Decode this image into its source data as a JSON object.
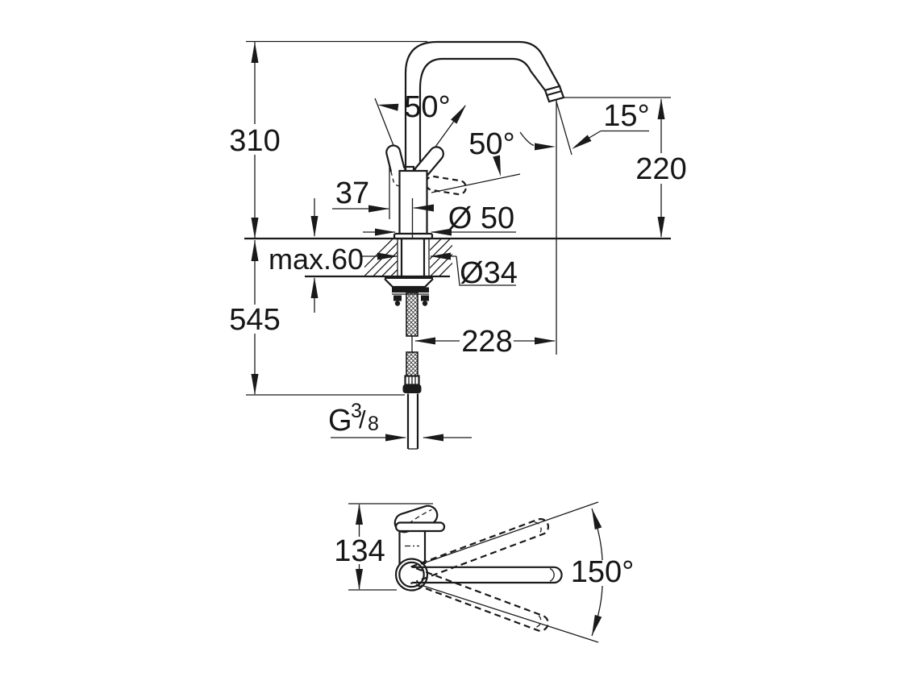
{
  "palette": {
    "ink": "#1a1a1a",
    "background": "#ffffff"
  },
  "side_view": {
    "dims": {
      "total_height": "310",
      "below_counter": "545",
      "handle_offset": "37",
      "body_diameter": "Ø 50",
      "counter_thickness": "max.60",
      "hole_diameter": "Ø34",
      "spout_projection": "228",
      "outlet_height": "220",
      "outlet_angle": "15°",
      "handle_angle_left": "50°",
      "handle_angle_right": "50°",
      "thread_prefix": "G",
      "thread_numerator": "3",
      "thread_slash": "/",
      "thread_denominator": "8"
    }
  },
  "top_view": {
    "dims": {
      "body_height": "134",
      "swivel_angle": "150°"
    }
  }
}
